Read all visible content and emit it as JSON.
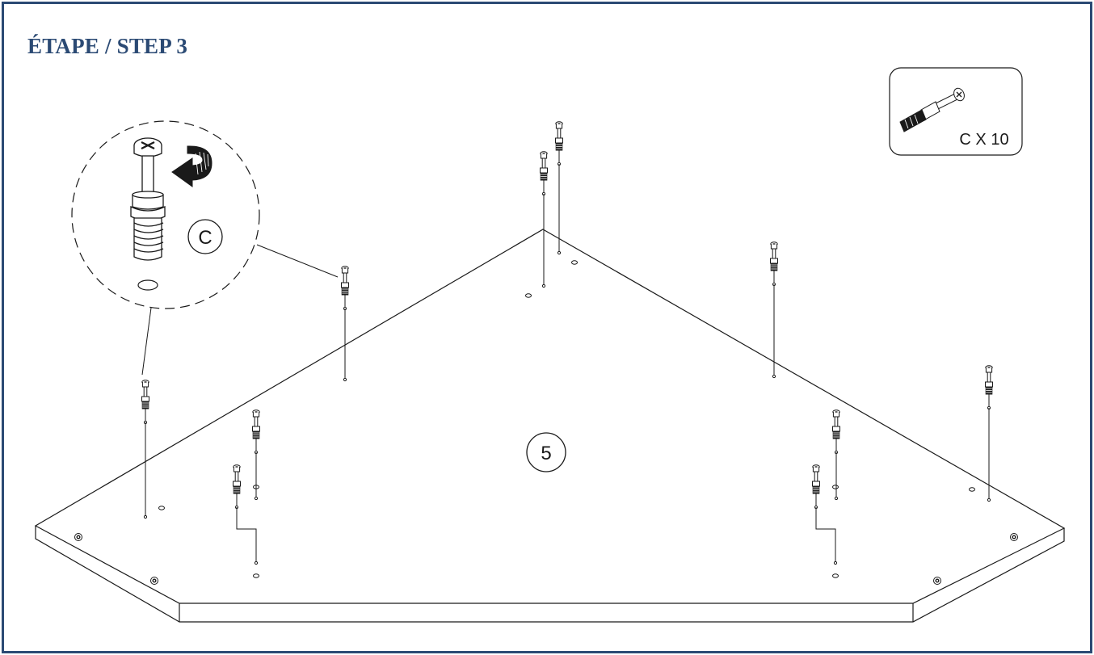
{
  "header": {
    "step_title": "ÉTAPE / STEP 3"
  },
  "colors": {
    "accent": "#2b4a74",
    "line": "#1a1a1a",
    "background": "#ffffff"
  },
  "parts_box": {
    "icon": "cam-dowel-icon",
    "label": "C X 10"
  },
  "detail_callout": {
    "part_label": "C",
    "icons": [
      "cam-dowel-icon",
      "rotate-clockwise-arrow-icon",
      "drill-hole-icon"
    ]
  },
  "panel": {
    "label": "5"
  }
}
